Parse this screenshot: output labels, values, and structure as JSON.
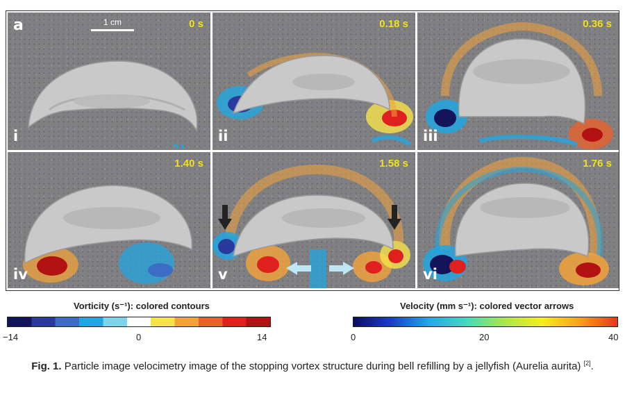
{
  "figure": {
    "letter": "a",
    "scale_label": "1 cm",
    "panels": [
      {
        "label": "i",
        "time": "0 s"
      },
      {
        "label": "ii",
        "time": "0.18 s"
      },
      {
        "label": "iii",
        "time": "0.36 s"
      },
      {
        "label": "iv",
        "time": "1.40 s"
      },
      {
        "label": "v",
        "time": "1.58 s"
      },
      {
        "label": "vi",
        "time": "1.76 s"
      }
    ]
  },
  "vorticity_bar": {
    "title": "Vorticity (s⁻¹): colored contours",
    "ticks": [
      "−14",
      "0",
      "14"
    ],
    "colors": [
      "#14145a",
      "#2a3a9c",
      "#3c6cc4",
      "#22a6e0",
      "#7fd3ea",
      "#ffffff",
      "#f7e24a",
      "#f2a23a",
      "#e8602c",
      "#e01f1f",
      "#b31212"
    ]
  },
  "velocity_bar": {
    "title": "Velocity (mm s⁻¹): colored vector arrows",
    "ticks": [
      "0",
      "20",
      "40"
    ],
    "colors": [
      "#0c0c5e",
      "#1a3ec8",
      "#22a8e6",
      "#45d8c0",
      "#a9e84a",
      "#f6ee1c",
      "#f6a11c",
      "#e4381c"
    ]
  },
  "caption": {
    "label": "Fig. 1.",
    "text_before": " Particle image velocimetry image of the stopping vortex structure during bell refilling by a jellyfish (Aurelia aurita) ",
    "ref": "[2]",
    "text_after": "."
  }
}
